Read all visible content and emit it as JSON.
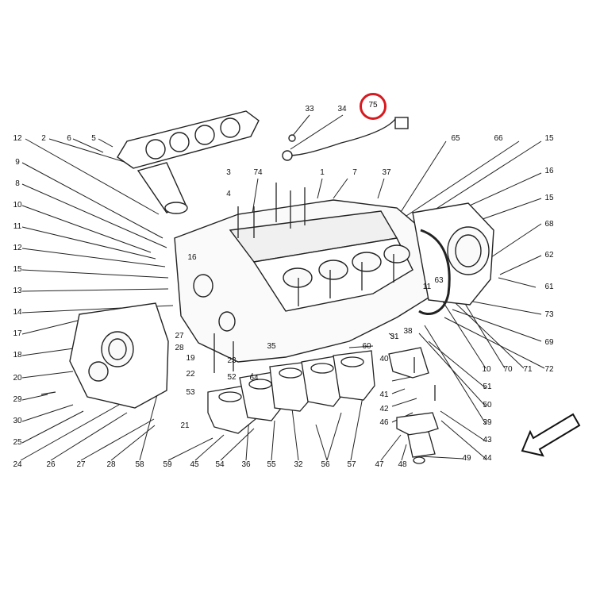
{
  "highlight": {
    "label": "75",
    "color": "#d8191f"
  },
  "labels": {
    "l1": "1",
    "l2": "2",
    "l3": "3",
    "l4": "4",
    "l5": "5",
    "l6": "6",
    "l7": "7",
    "l8": "8",
    "l9": "9",
    "l10": "10",
    "l11": "11",
    "l12": "12",
    "l13": "13",
    "l14": "14",
    "l15": "15",
    "l16": "16",
    "l17": "17",
    "l18": "18",
    "l19": "19",
    "l20": "20",
    "l21": "21",
    "l22": "22",
    "l23": "23",
    "l24": "24",
    "l25": "25",
    "l26": "26",
    "l27": "27",
    "l28": "28",
    "l29": "29",
    "l30": "30",
    "l31": "31",
    "l32": "32",
    "l33": "33",
    "l34": "34",
    "l35": "35",
    "l36": "36",
    "l37": "37",
    "l38": "38",
    "l39": "39",
    "l40": "40",
    "l41": "41",
    "l42": "42",
    "l43": "43",
    "l44": "44",
    "l45": "45",
    "l46": "46",
    "l47": "47",
    "l48": "48",
    "l49": "49",
    "l50": "50",
    "l51": "51",
    "l52": "52",
    "l53": "53",
    "l54": "54",
    "l55": "55",
    "l56": "56",
    "l57": "57",
    "l58": "58",
    "l59": "59",
    "l60": "60",
    "l61": "61",
    "l62": "62",
    "l63": "63",
    "l64": "64",
    "l65": "65",
    "l66": "66",
    "l68": "68",
    "l69": "69",
    "l70": "70",
    "l71": "71",
    "l72": "72",
    "l73": "73",
    "l74": "74"
  }
}
